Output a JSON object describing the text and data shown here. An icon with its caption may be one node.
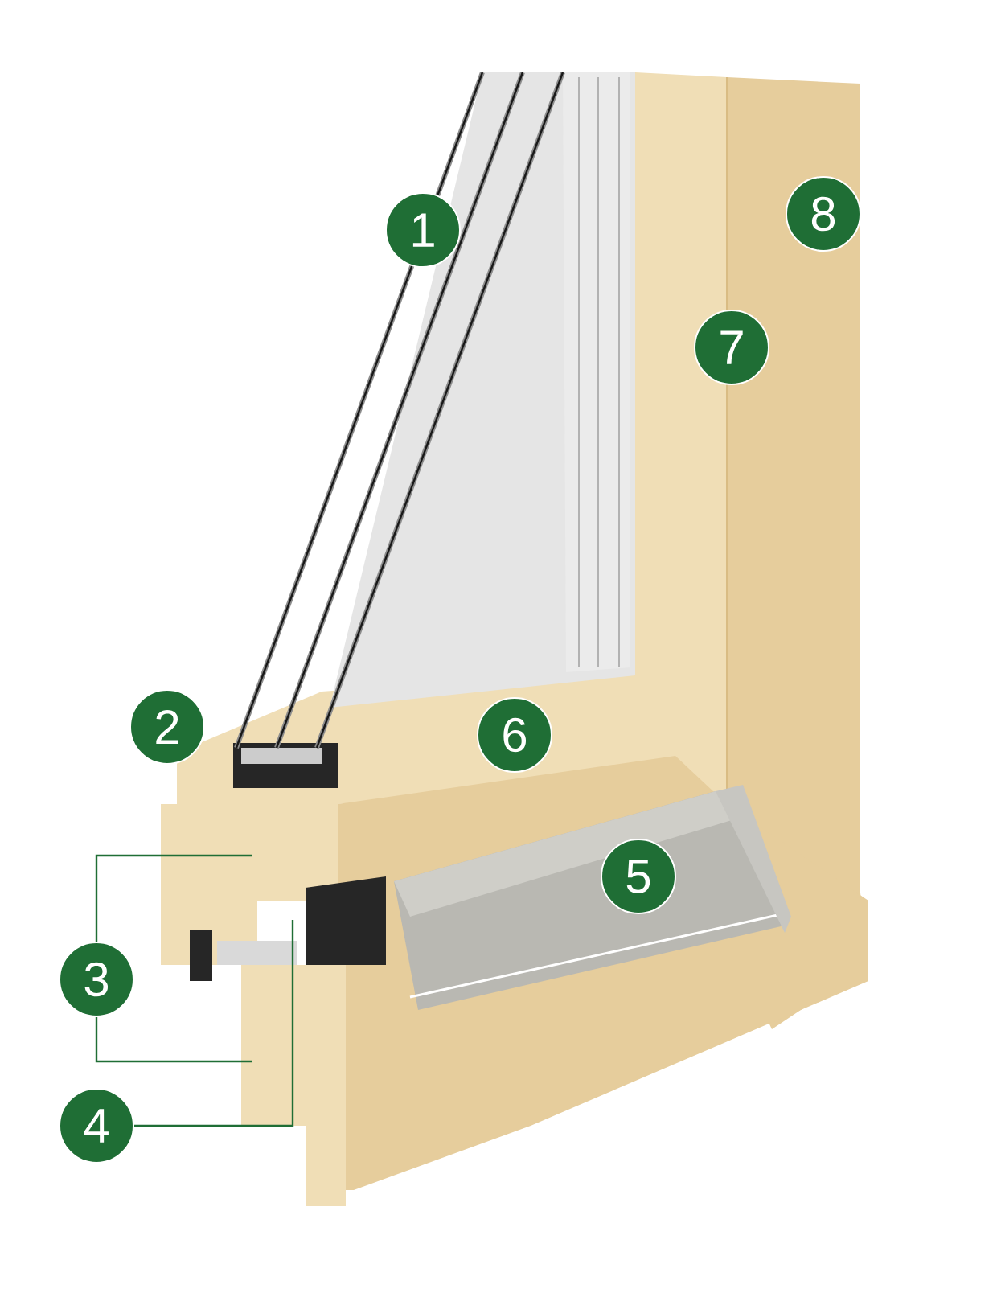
{
  "diagram": {
    "nodes": [
      {
        "text": [
          "1"
        ]
      },
      {
        "text": [
          "2"
        ]
      },
      {
        "text": [
          "3"
        ]
      },
      {
        "text": [
          "4"
        ]
      },
      {
        "text": [
          "5"
        ]
      },
      {
        "text": [
          "6"
        ]
      },
      {
        "text": [
          "7"
        ]
      },
      {
        "text": [
          "8"
        ]
      }
    ],
    "edges": [
      {
        "from": 2,
        "to": null,
        "arrow": "none"
      },
      {
        "from": 2,
        "to": null,
        "arrow": "none"
      },
      {
        "from": 3,
        "to": null,
        "arrow": "none"
      }
    ]
  }
}
